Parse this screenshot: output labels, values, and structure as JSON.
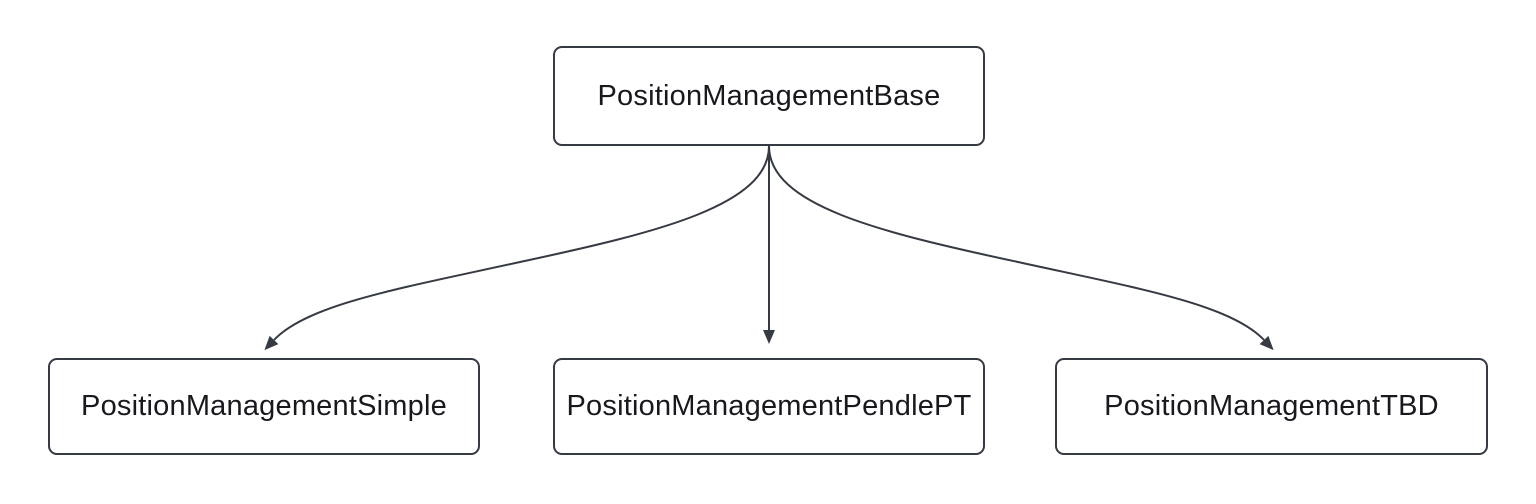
{
  "diagram": {
    "type": "flowchart-top-down",
    "colors": {
      "bg": "#ffffff",
      "stroke": "#363a43",
      "node-fill": "#ffffff",
      "text": "#17191e"
    },
    "nodes": [
      {
        "id": "base",
        "label": "PositionManagementBase"
      },
      {
        "id": "simple",
        "label": "PositionManagementSimple"
      },
      {
        "id": "pendle",
        "label": "PositionManagementPendlePT"
      },
      {
        "id": "tbd",
        "label": "PositionManagementTBD"
      }
    ],
    "edges": [
      {
        "from": "PositionManagementBase",
        "to": "PositionManagementSimple",
        "arrow": "solid-triangle"
      },
      {
        "from": "PositionManagementBase",
        "to": "PositionManagementPendlePT",
        "arrow": "solid-triangle"
      },
      {
        "from": "PositionManagementBase",
        "to": "PositionManagementTBD",
        "arrow": "solid-triangle"
      }
    ]
  }
}
